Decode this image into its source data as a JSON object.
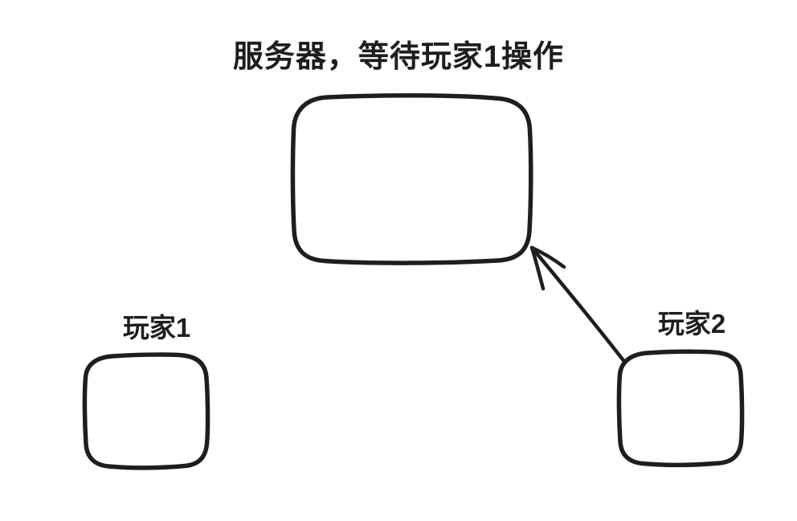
{
  "canvas": {
    "background": "#ffffff",
    "stroke_color": "#1e1e1e",
    "text_color": "#1e1e1e"
  },
  "diagram": {
    "title": "服务器，等待玩家1操作",
    "nodes": [
      {
        "id": "server",
        "label": ""
      },
      {
        "id": "player1",
        "label": "玩家1"
      },
      {
        "id": "player2",
        "label": "玩家2"
      }
    ],
    "edges": [
      {
        "from": "player2",
        "to": "server",
        "type": "arrow"
      }
    ]
  }
}
